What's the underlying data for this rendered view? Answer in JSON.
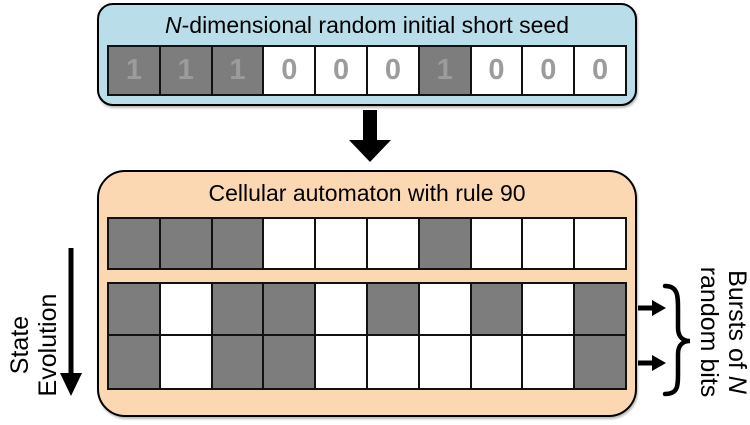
{
  "seed_box": {
    "title_italic": "N",
    "title_rest": "-dimensional random initial short seed",
    "bits": [
      "1",
      "1",
      "1",
      "0",
      "0",
      "0",
      "1",
      "0",
      "0",
      "0"
    ]
  },
  "ca_box": {
    "title": "Cellular automaton with rule 90",
    "rows": [
      [
        1,
        1,
        1,
        0,
        0,
        0,
        1,
        0,
        0,
        0
      ],
      [
        1,
        0,
        1,
        1,
        0,
        1,
        0,
        1,
        0,
        1
      ],
      [
        1,
        0,
        1,
        1,
        0,
        0,
        0,
        0,
        0,
        1
      ]
    ]
  },
  "left_label": {
    "line1": "State",
    "line2": "Evolution"
  },
  "right_label": {
    "line1_prefix": "Bursts of ",
    "line1_italic": "N",
    "line2": "random bits"
  },
  "colors": {
    "seed_box_bg": "#b9dee9",
    "ca_box_bg": "#fbd7b2",
    "cell_on": "#7d7d7d",
    "cell_off": "#ffffff",
    "digit": "#9c9c9c",
    "outline": "#111111"
  }
}
